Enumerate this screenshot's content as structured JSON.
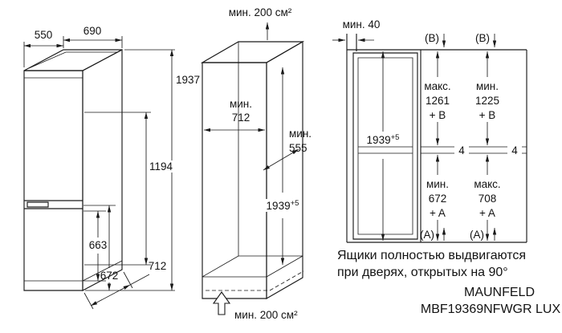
{
  "colors": {
    "line": "#1a1a1a",
    "background": "#ffffff"
  },
  "left_figure": {
    "depth_top": "550",
    "width_top": "690",
    "height_total": "1937",
    "upper_door_height": "1194",
    "lower_dim_inner": "663",
    "lower_dim_outer": "672",
    "depth_bottom": "712"
  },
  "middle_figure": {
    "vent_top": "мин. 200 см²",
    "width_min_label": "мин.",
    "width_min_value": "712",
    "depth_min_label": "мин.",
    "depth_min_value": "555",
    "height_value": "1939",
    "height_tolerance": "+5",
    "vent_bottom": "мин. 200 см²"
  },
  "right_figure": {
    "top_gap": "мин. 40",
    "b_label_left": "(B)",
    "b_label_right": "(B)",
    "col_left_upper": [
      "макс.",
      "1261",
      "+ B"
    ],
    "col_right_upper": [
      "мин.",
      "1225",
      "+ B"
    ],
    "height_value": "1939",
    "height_tolerance": "+5",
    "gap_left": "4",
    "gap_right": "4",
    "col_left_lower": [
      "мин.",
      "672",
      "+ A"
    ],
    "col_right_lower": [
      "макс.",
      "708",
      "+ A"
    ],
    "a_label_left": "(A)",
    "a_label_right": "(A)"
  },
  "note": {
    "line1": "Ящики полностью выдвигаются",
    "line2": "при дверях, открытых на 90°"
  },
  "brand": {
    "name": "MAUNFELD",
    "model": "MBF19369NFWGR LUX"
  }
}
